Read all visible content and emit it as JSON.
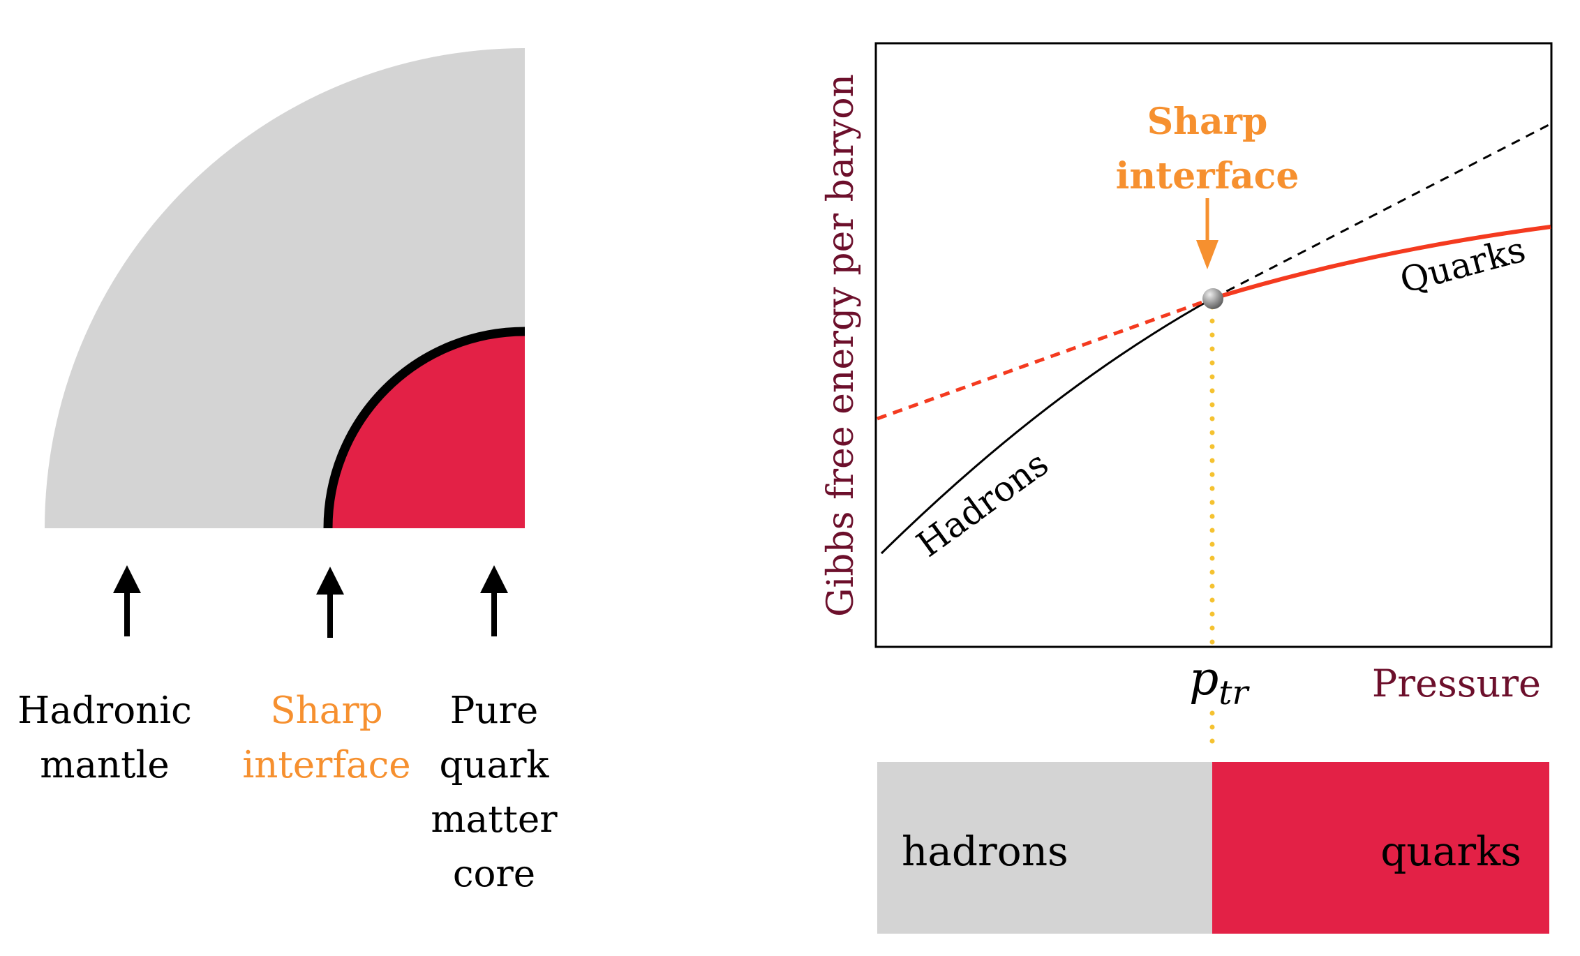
{
  "left_panel": {
    "labels": {
      "hadronic_mantle": [
        "Hadronic",
        "mantle"
      ],
      "sharp_interface": [
        "Sharp",
        "interface"
      ],
      "quark_core": [
        "Pure",
        "quark",
        "matter",
        "core"
      ]
    }
  },
  "right_panel": {
    "ylabel": "Gibbs free energy per baryon",
    "xlabel": "Pressure",
    "transition_label": {
      "main": "p",
      "sub": "tr"
    },
    "annotation": [
      "Sharp",
      "interface"
    ],
    "curve_labels": {
      "hadrons": "Hadrons",
      "quarks": "Quarks"
    }
  },
  "phase_bar": {
    "left_label": "hadrons",
    "right_label": "quarks"
  },
  "colors": {
    "mantle_gray": "#d4d4d4",
    "quark_red": "#e32146",
    "interface_orange": "#f6902f",
    "curve_red": "#f43a1f",
    "axis_label_maroon": "#6c0f2b",
    "dotted_yellow": "#f5c230",
    "ink": "#000000"
  }
}
